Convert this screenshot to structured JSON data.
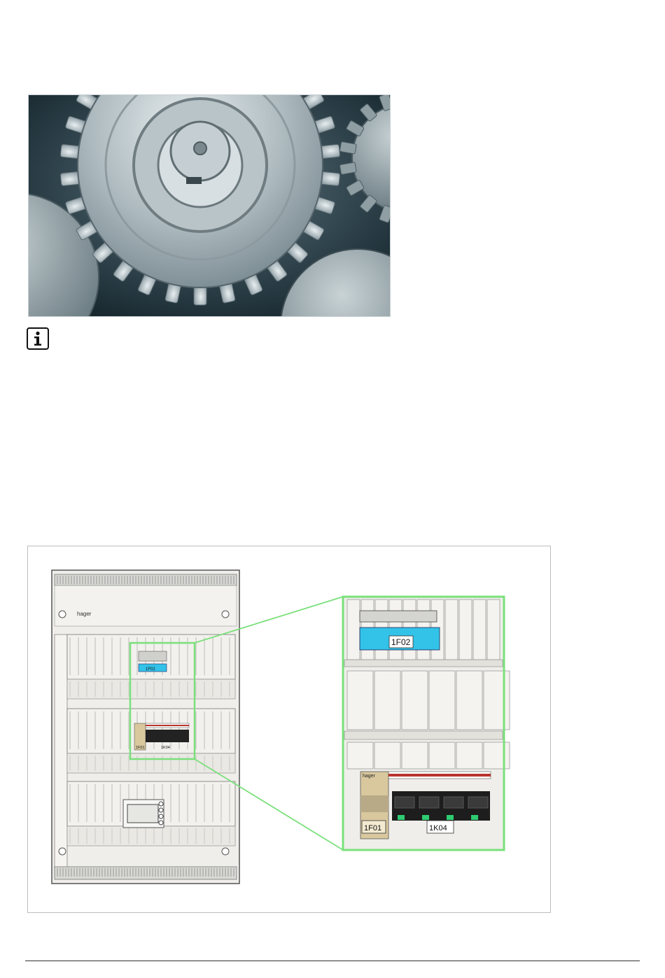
{
  "photo": {
    "subject": "meshing steel gears",
    "tint": "#2c4a55"
  },
  "info": {
    "icon": "info-icon"
  },
  "figure": {
    "subject": "distribution board with enlarged detail",
    "highlight_color": "#7be07b",
    "labels": {
      "brand_top": "hager",
      "brand_module": "hager",
      "small_breaker": "1F02",
      "small_rcd": "1F01",
      "small_contactor": "1K04",
      "zoom_breaker": "1F02",
      "zoom_rcd": "1F01",
      "zoom_contactor": "1K04"
    },
    "colors": {
      "cyan": "#33c2e8",
      "sand": "#d9c89e",
      "red": "#b8342e",
      "green": "#2ecc71",
      "panel": "#efeeea"
    }
  }
}
